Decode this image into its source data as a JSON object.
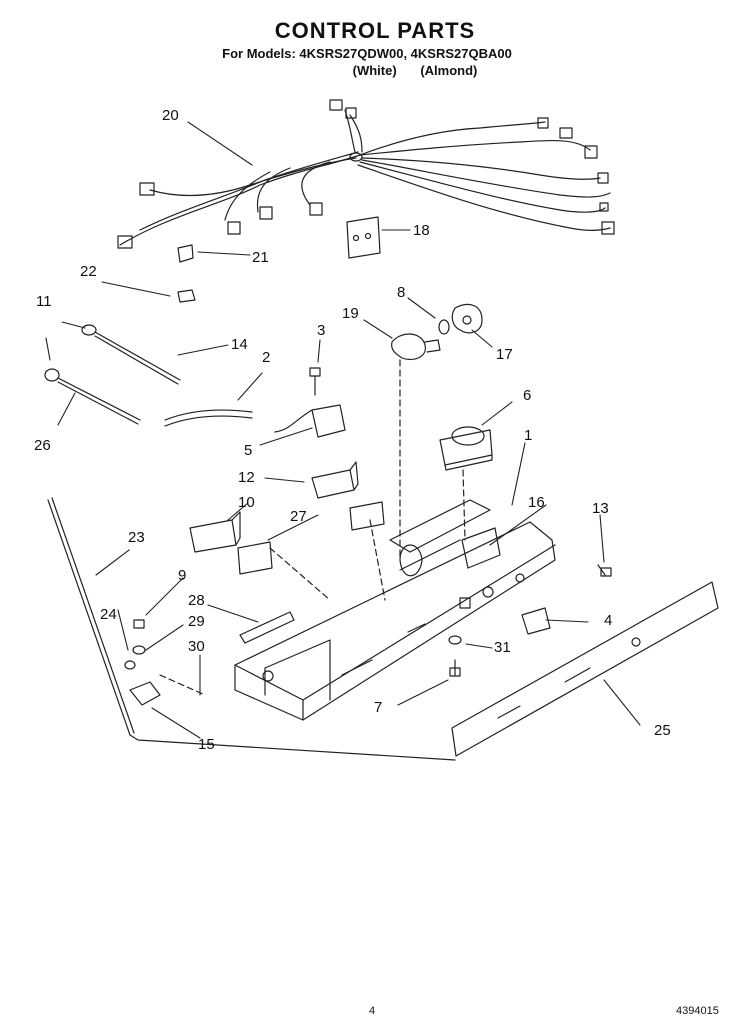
{
  "header": {
    "title": "CONTROL PARTS",
    "models_line": "For Models: 4KSRS27QDW00, 4KSRS27QBA00",
    "color_1": "(White)",
    "color_2": "(Almond)"
  },
  "callouts": [
    "20",
    "21",
    "18",
    "22",
    "8",
    "11",
    "19",
    "14",
    "3",
    "17",
    "2",
    "26",
    "5",
    "6",
    "1",
    "12",
    "10",
    "16",
    "13",
    "27",
    "23",
    "9",
    "28",
    "4",
    "24",
    "29",
    "30",
    "31",
    "7",
    "25",
    "15"
  ],
  "footer": {
    "page_number": "4",
    "document_number": "4394015"
  }
}
